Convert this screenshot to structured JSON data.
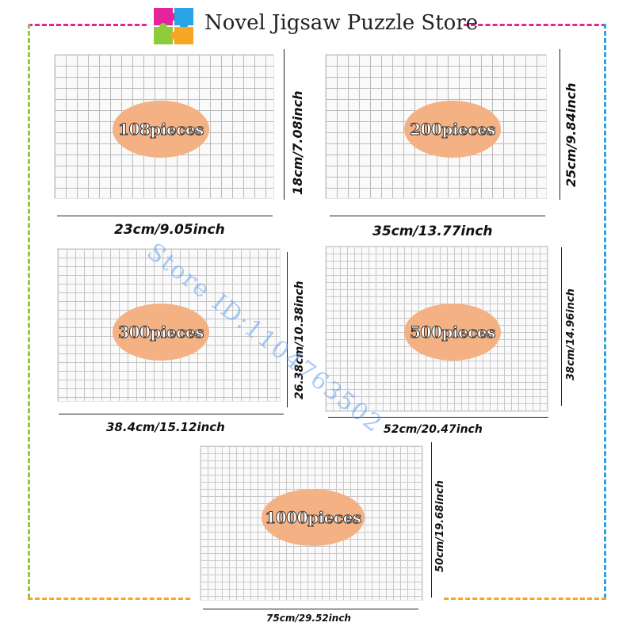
{
  "store": {
    "title": "Novel Jigsaw Puzzle Store"
  },
  "colors": {
    "magenta": "#e6239a",
    "blue": "#29a3e8",
    "green": "#8ccc3a",
    "orange": "#f6a623",
    "oval": "#f4b183"
  },
  "icons": {
    "logo": "jigsaw-logo-icon"
  },
  "puzzles": [
    {
      "label": "108pieces",
      "width": "23cm/9.05inch",
      "height": "18cm/7.08inch"
    },
    {
      "label": "200pieces",
      "width": "35cm/13.77inch",
      "height": "25cm/9.84inch"
    },
    {
      "label": "300pieces",
      "width": "38.4cm/15.12inch",
      "height": "26.38cm/10.38inch"
    },
    {
      "label": "500pieces",
      "width": "52cm/20.47inch",
      "height": "38cm/14.96inch"
    },
    {
      "label": "1000pieces",
      "width": "75cm/29.52inch",
      "height": "50cm/19.68inch"
    }
  ],
  "watermark": "Store ID:1104763502"
}
